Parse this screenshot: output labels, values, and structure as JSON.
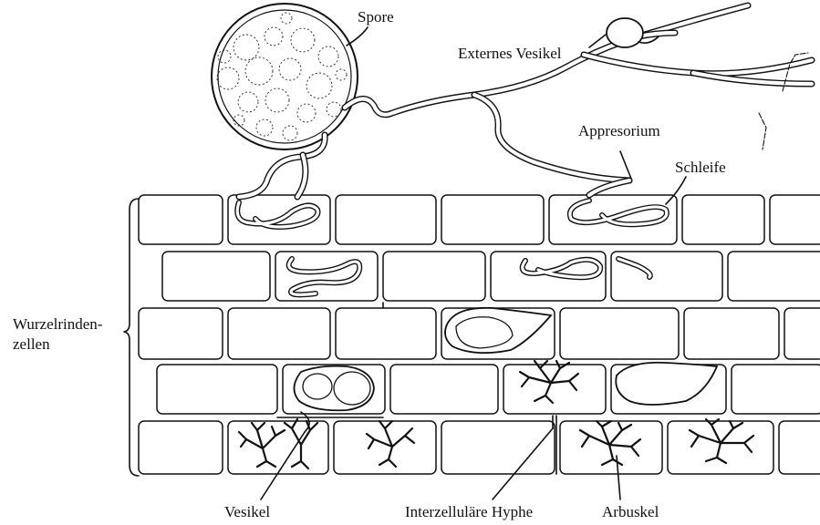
{
  "labels": {
    "spore": "Spore",
    "externes_vesikel": "Externes Vesikel",
    "appresorium": "Appresorium",
    "schleife": "Schleife",
    "wurzelrinden": "Wurzelrinden-",
    "zellen": "zellen",
    "vesikel": "Vesikel",
    "interzellulaere_hyphe": "Interzelluläre Hyphe",
    "arbuskel": "Arbuskel"
  }
}
